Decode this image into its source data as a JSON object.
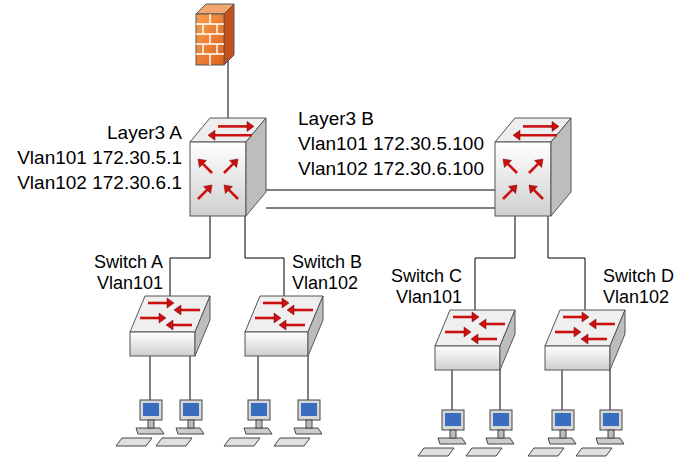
{
  "diagram": {
    "nodes": [
      {
        "text": [
          "Layer3 A",
          "Vlan101 172.30.5.1",
          "Vlan102 172.30.6.1"
        ]
      },
      {
        "text": [
          "Layer3 B",
          "Vlan101 172.30.5.100",
          "Vlan102 172.30.6.100"
        ]
      },
      {
        "text": [
          "Switch A",
          "Vlan101"
        ]
      },
      {
        "text": [
          "Switch B",
          "Vlan102"
        ]
      },
      {
        "text": [
          "Switch C",
          "Vlan101"
        ]
      },
      {
        "text": [
          "Switch D",
          "Vlan102"
        ]
      }
    ],
    "edges": [
      {
        "from": 0,
        "to": 1,
        "arrow": "none"
      },
      {
        "from": 0,
        "to": 1,
        "arrow": "none"
      },
      {
        "from": 0,
        "to": 2,
        "arrow": "none"
      },
      {
        "from": 0,
        "to": 3,
        "arrow": "none"
      },
      {
        "from": 1,
        "to": 4,
        "arrow": "none"
      },
      {
        "from": 1,
        "to": 5,
        "arrow": "none"
      }
    ]
  }
}
